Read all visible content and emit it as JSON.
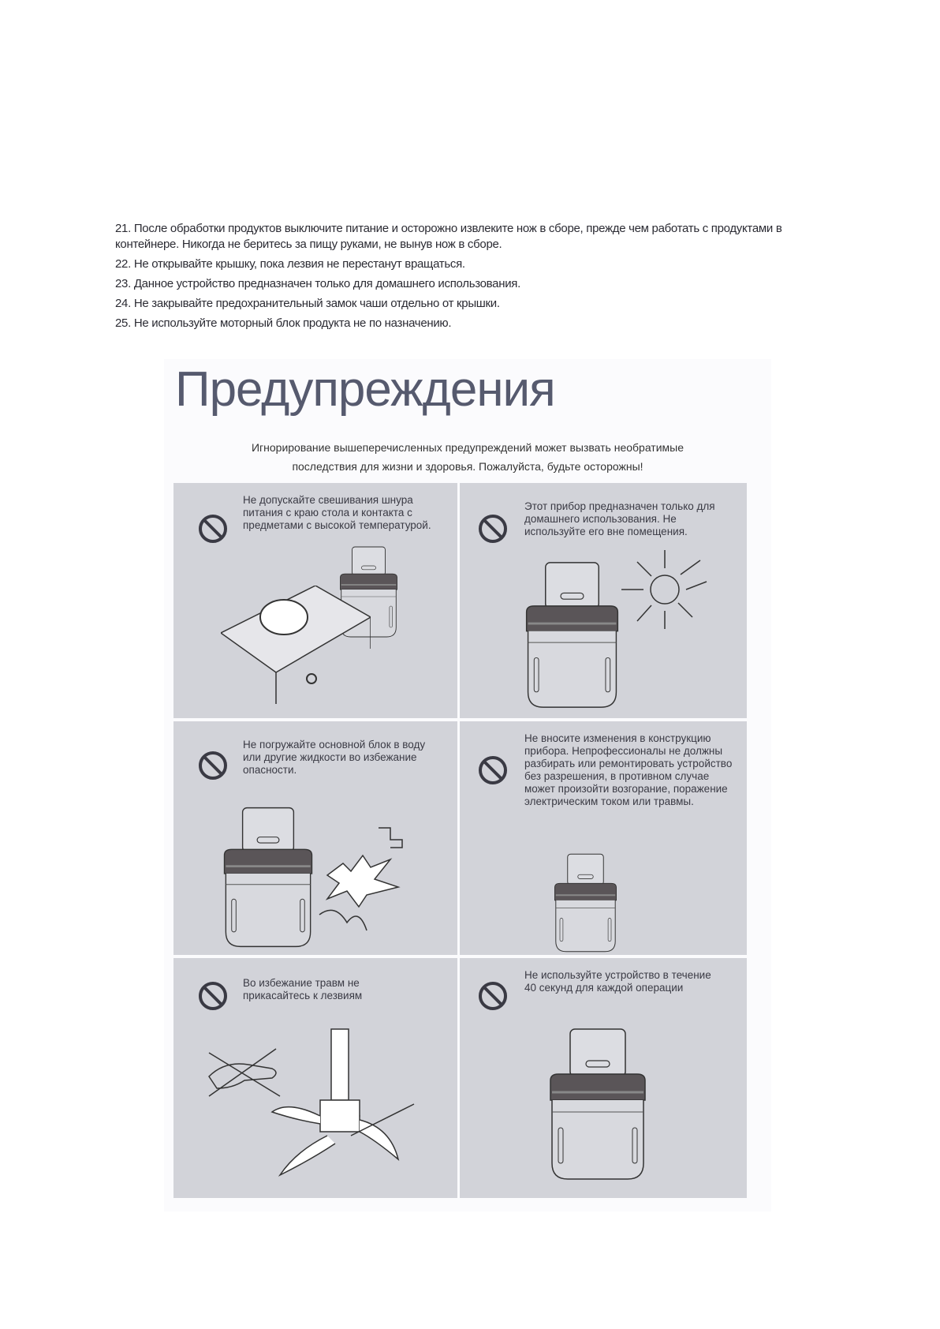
{
  "instructions": [
    {
      "text": "21. После обработки продуктов выключите питание и осторожно извлеките нож в сборе, прежде чем работать с продуктами в контейнере. Никогда не беритесь за пищу руками, не вынув нож в сборе."
    },
    {
      "text": "22. Не открывайте крышку, пока лезвия не перестанут вращаться."
    },
    {
      "text": "23. Данное устройство предназначен только для домашнего использования."
    },
    {
      "text": "24. Не закрывайте предохранительный замок чаши отдельно от крышки."
    },
    {
      "text": "25. Не используйте моторный блок продукта не по назначению."
    }
  ],
  "warnings": {
    "title": "Предупреждения",
    "subtitle_line1": "Игнорирование вышеперечисленных предупреждений может вызвать необратимые",
    "subtitle_line2": "последствия для жизни и здоровья. Пожалуйста, будьте осторожны!",
    "panels": [
      {
        "text": "Не допускайте свешивания шнура питания с краю стола и контакта с предметами с высокой температурой.",
        "illustration": "chopper-near-stove"
      },
      {
        "text": "Этот прибор предназначен только для домашнего использования. Не используйте его вне помещения.",
        "illustration": "chopper-under-sun"
      },
      {
        "text": "Не погружайте основной блок в воду или другие жидкости во избежание опасности.",
        "illustration": "chopper-water-splash"
      },
      {
        "text": "Не вносите изменения в конструкцию прибора. Непрофессионалы не должны разбирать или ремонтировать устройство без разрешения, в противном случае может произойти возгорание, поражение электрическим током или травмы.",
        "illustration": "chopper"
      },
      {
        "text": "Во избежание травм не прикасайтесь к лезвиям",
        "illustration": "hand-and-blades"
      },
      {
        "text": "Не используйте устройство в течение 40 секунд для каждой операции",
        "illustration": "chopper"
      }
    ]
  },
  "colors": {
    "panel_bg": "#d2d3d9",
    "title": "#565a6e",
    "prohibition_icon": "#3a3a44"
  }
}
